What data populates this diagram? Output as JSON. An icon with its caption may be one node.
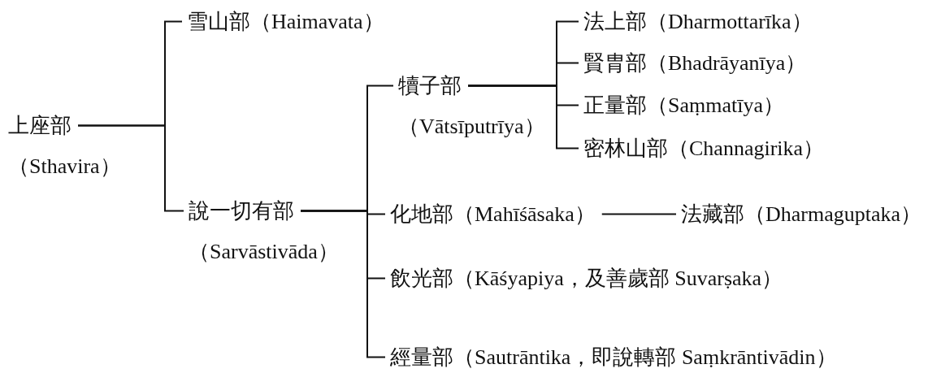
{
  "diagram": {
    "nodes": [
      {
        "text": [
          "上座部",
          "（Sthavira）"
        ]
      },
      {
        "text": [
          "雪山部（Haimavata）"
        ]
      },
      {
        "text": [
          "說一切有部",
          "（Sarvāstivāda）"
        ]
      },
      {
        "text": [
          "犢子部",
          "（Vātsīputrīya）"
        ]
      },
      {
        "text": [
          "化地部（Mahīśāsaka）"
        ]
      },
      {
        "text": [
          "法藏部（Dharmaguptaka）"
        ]
      },
      {
        "text": [
          "飲光部（Kāśyapiya，及善歲部 Suvarṣaka）"
        ]
      },
      {
        "text": [
          "經量部（Sautrāntika，即說轉部 Saṃkrāntivādin）"
        ]
      },
      {
        "text": [
          "法上部（Dharmottarīka）"
        ]
      },
      {
        "text": [
          "賢胄部（Bhadrāyanīya）"
        ]
      },
      {
        "text": [
          "正量部（Saṃmatīya）"
        ]
      },
      {
        "text": [
          "密林山部（Channagirika）"
        ]
      }
    ],
    "edges": [
      {
        "from": 0,
        "to": 1,
        "arrow": "none"
      },
      {
        "from": 0,
        "to": 2,
        "arrow": "none"
      },
      {
        "from": 2,
        "to": 3,
        "arrow": "none"
      },
      {
        "from": 2,
        "to": 4,
        "arrow": "none"
      },
      {
        "from": 2,
        "to": 6,
        "arrow": "none"
      },
      {
        "from": 2,
        "to": 7,
        "arrow": "none"
      },
      {
        "from": 4,
        "to": 5,
        "arrow": "none"
      },
      {
        "from": 3,
        "to": 8,
        "arrow": "none"
      },
      {
        "from": 3,
        "to": 9,
        "arrow": "none"
      },
      {
        "from": 3,
        "to": 10,
        "arrow": "none"
      },
      {
        "from": 3,
        "to": 11,
        "arrow": "none"
      }
    ]
  }
}
